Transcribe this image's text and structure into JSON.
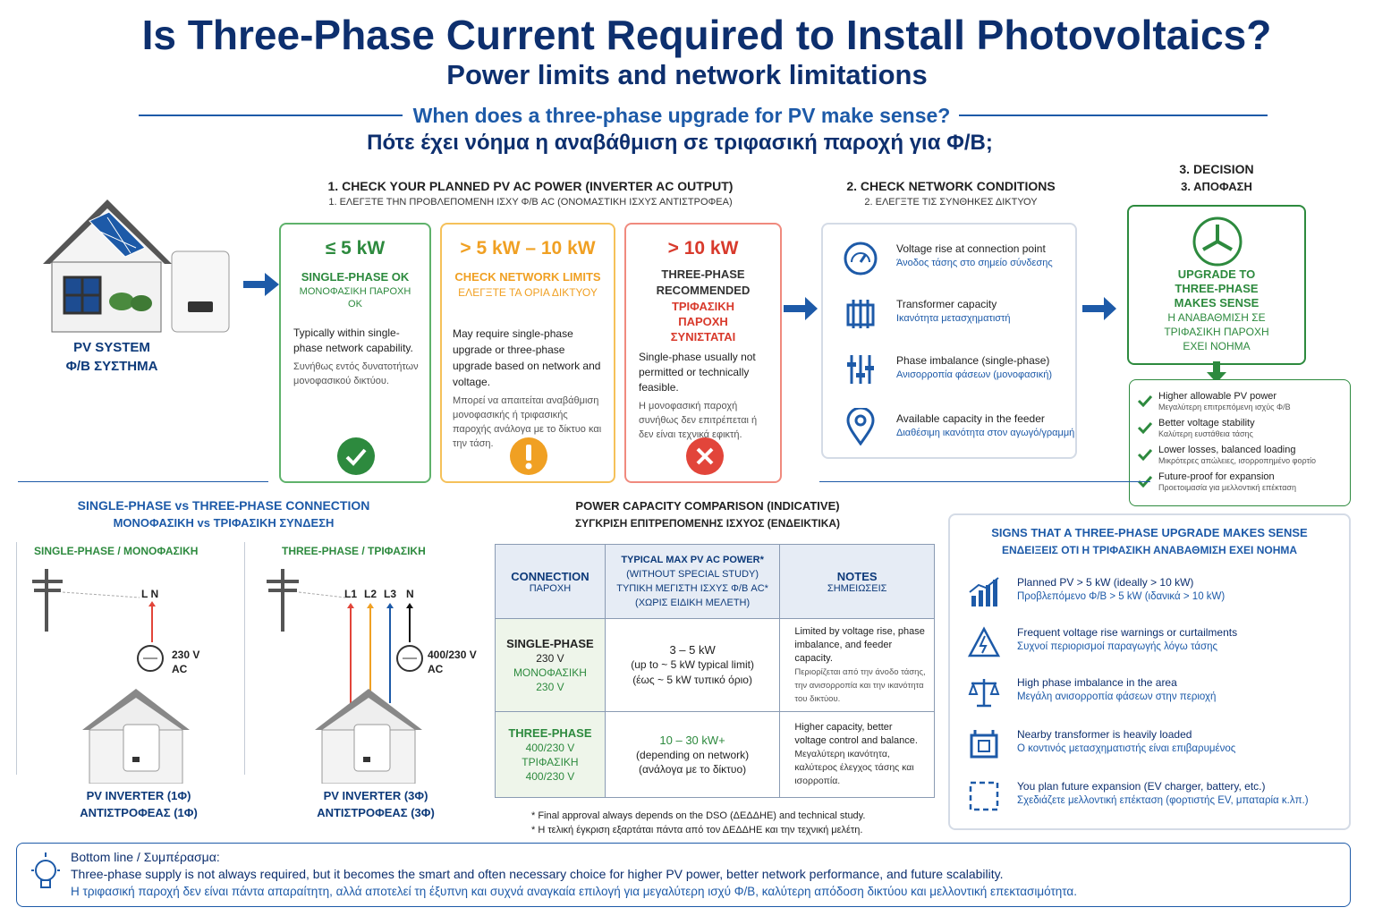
{
  "header": {
    "title": "Is Three-Phase Current Required to Install Photovoltaics?",
    "subtitle": "Power limits and network limitations",
    "question_en": "When does a three-phase upgrade for PV make sense?",
    "question_gr": "Πότε έχει νόημα η αναβάθμιση σε τριφασική παροχή για Φ/Β;"
  },
  "pv_system": {
    "label_en": "PV SYSTEM",
    "label_gr": "Φ/Β ΣΥΣΤΗΜΑ"
  },
  "step1": {
    "title_en": "1. CHECK YOUR PLANNED PV AC POWER (INVERTER AC OUTPUT)",
    "title_gr": "1. ΕΛΕΓΞΤΕ ΤΗΝ ΠΡΟΒΛΕΠΟΜΕΝΗ ΙΣΧΥ Φ/Β AC (ΟΝΟΜΑΣΤΙΚΗ ΙΣΧΥΣ ΑΝΤΙΣΤΡΟΦΕΑ)",
    "cards": [
      {
        "range": "≤ 5 kW",
        "head_en": "SINGLE-PHASE OK",
        "head_gr": "ΜΟΝΟΦΑΣΙΚΗ ΠΑΡΟΧΗ",
        "head_gr2": "OK",
        "body_en": "Typically within single-phase network capability.",
        "body_gr": "Συνήθως εντός δυνατοτήτων μονοφασικού δικτύου."
      },
      {
        "range": "> 5 kW – 10 kW",
        "head_en": "CHECK NETWORK LIMITS",
        "head_gr": "ΕΛΕΓΞΤΕ ΤΑ ΟΡΙΑ ΔΙΚΤΥΟΥ",
        "body_en": "May require single-phase upgrade or three-phase upgrade based on network and voltage.",
        "body_gr": "Μπορεί να απαιτείται αναβάθμιση μονοφασικής ή τριφασικής παροχής ανάλογα με το δίκτυο και την τάση."
      },
      {
        "range": "> 10 kW",
        "head_en": "THREE-PHASE RECOMMENDED",
        "head_gr": "ΤΡΙΦΑΣΙΚΗ ΠΑΡΟΧΗ ΣΥΝΙΣΤΑΤΑΙ",
        "body_en": "Single-phase usually not permitted or technically feasible.",
        "body_gr": "Η μονοφασική παροχή συνήθως δεν επιτρέπεται ή δεν είναι τεχνικά εφικτή."
      }
    ]
  },
  "step2": {
    "title_en": "2. CHECK NETWORK CONDITIONS",
    "title_gr": "2. ΕΛΕΓΞΤΕ ΤΙΣ ΣΥΝΘΗΚΕΣ ΔΙΚΤΥΟΥ",
    "items": [
      {
        "icon": "gauge-icon",
        "en": "Voltage rise at connection point",
        "gr": "Άνοδος τάσης στο σημείο σύνδεσης"
      },
      {
        "icon": "transformer-icon",
        "en": "Transformer capacity",
        "gr": "Ικανότητα μετασχηματιστή"
      },
      {
        "icon": "sliders-icon",
        "en": "Phase imbalance (single-phase)",
        "gr": "Ανισορροπία φάσεων (μονοφασική)"
      },
      {
        "icon": "location-pin-icon",
        "en": "Available capacity in the feeder",
        "gr": "Διαθέσιμη ικανότητα στον αγωγό/γραμμή"
      }
    ]
  },
  "step3": {
    "title_en": "3. DECISION",
    "title_gr": "3. ΑΠΟΦΑΣΗ",
    "decision_en": "UPGRADE TO THREE-PHASE MAKES SENSE",
    "decision_gr": "Η ΑΝΑΒΑΘΜΙΣΗ ΣΕ ΤΡΙΦΑΣΙΚΗ ΠΑΡΟΧΗ ΕΧΕΙ ΝΟΗΜΑ",
    "benefits": [
      {
        "en": "Higher allowable PV power",
        "gr": "Μεγαλύτερη επιτρεπόμενη ισχύς Φ/Β"
      },
      {
        "en": "Better voltage stability",
        "gr": "Καλύτερη ευστάθεια τάσης"
      },
      {
        "en": "Lower losses, balanced loading",
        "gr": "Μικρότερες απώλειες, ισορροπημένο φορτίο"
      },
      {
        "en": "Future-proof for expansion",
        "gr": "Προετοιμασία για μελλοντική επέκταση"
      }
    ]
  },
  "connection": {
    "title_en": "SINGLE-PHASE vs THREE-PHASE CONNECTION",
    "title_gr": "ΜΟΝΟΦΑΣΙΚΗ vs ΤΡΙΦΑΣΙΚΗ ΣΥΝΔΕΣΗ",
    "single": {
      "label": "SINGLE-PHASE / ΜΟΝΟΦΑΣΙΚΗ",
      "wires": "L N",
      "voltage": "230 V",
      "ac": "AC",
      "inv_en": "PV INVERTER (1Φ)",
      "inv_gr": "ΑΝΤΙΣΤΡΟΦΕΑΣ (1Φ)"
    },
    "three": {
      "label": "THREE-PHASE / ΤΡΙΦΑΣΙΚΗ",
      "l1": "L1",
      "l2": "L2",
      "l3": "L3",
      "n": "N",
      "voltage": "400/230 V",
      "ac": "AC",
      "inv_en": "PV INVERTER (3Φ)",
      "inv_gr": "ΑΝΤΙΣΤΡΟΦΕΑΣ (3Φ)"
    }
  },
  "comparison": {
    "title_en": "POWER CAPACITY COMPARISON (INDICATIVE)",
    "title_gr": "ΣΥΓΚΡΙΣΗ ΕΠΙΤΡΕΠΟΜΕΝΗΣ ΙΣΧΥΟΣ (ΕΝΔΕΙΚΤΙΚΑ)",
    "headers": {
      "c1_en": "CONNECTION",
      "c1_gr": "ΠΑΡΟΧΗ",
      "c2_en": "TYPICAL MAX PV AC POWER*",
      "c2_en2": "(WITHOUT SPECIAL STUDY)",
      "c2_gr": "ΤΥΠΙΚΗ ΜΕΓΙΣΤΗ ΙΣΧΥΣ Φ/Β AC*",
      "c2_gr2": "(ΧΩΡΙΣ ΕΙΔΙΚΗ ΜΕΛΕΤΗ)",
      "c3_en": "NOTES",
      "c3_gr": "ΣΗΜΕΙΩΣΕΙΣ"
    },
    "rows": [
      {
        "conn_en": "SINGLE-PHASE",
        "conn_v": "230 V",
        "conn_gr": "ΜΟΝΟΦΑΣΙΚΗ",
        "conn_v2": "230 V",
        "power": "3 – 5 kW",
        "power2": "(up to ~ 5 kW typical limit)",
        "power3": "(έως ~ 5 kW τυπικό όριο)",
        "note_en": "Limited by voltage rise, phase imbalance, and feeder capacity.",
        "note_gr": "Περιορίζεται από την άνοδο τάσης, την ανισορροπία και την ικανότητα του δικτύου."
      },
      {
        "conn_en": "THREE-PHASE",
        "conn_v": "400/230 V",
        "conn_gr": "ΤΡΙΦΑΣΙΚΗ",
        "conn_v2": "400/230 V",
        "power": "10 – 30 kW+",
        "power2": "(depending on network)",
        "power3": "(ανάλογα με το δίκτυο)",
        "note_en": "Higher capacity, better voltage control and balance.",
        "note_gr": "Μεγαλύτερη ικανότητα, καλύτερος έλεγχος τάσης και ισορροπία."
      }
    ],
    "footnote_en": "* Final approval always depends on the DSO (ΔΕΔΔΗΕ) and technical study.",
    "footnote_gr": "* Η τελική έγκριση εξαρτάται πάντα από τον ΔΕΔΔΗΕ και την τεχνική μελέτη."
  },
  "signs": {
    "title_en": "SIGNS THAT A THREE-PHASE UPGRADE MAKES SENSE",
    "title_gr": "ΕΝΔΕΙΞΕΙΣ ΟΤΙ Η ΤΡΙΦΑΣΙΚΗ ΑΝΑΒΑΘΜΙΣΗ ΕΧΕΙ ΝΟΗΜΑ",
    "items": [
      {
        "icon": "bar-chart-icon",
        "en": "Planned PV > 5 kW (ideally > 10 kW)",
        "gr": "Προβλεπόμενο Φ/Β > 5 kW (ιδανικά > 10 kW)"
      },
      {
        "icon": "warning-icon",
        "en": "Frequent voltage rise warnings or curtailments",
        "gr": "Συχνοί περιορισμοί παραγωγής λόγω τάσης"
      },
      {
        "icon": "balance-scale-icon",
        "en": "High phase imbalance in the area",
        "gr": "Μεγάλη ανισορροπία φάσεων στην περιοχή"
      },
      {
        "icon": "transformer-icon",
        "en": "Nearby transformer is heavily loaded",
        "gr": "Ο κοντινός μετασχηματιστής είναι επιβαρυμένος"
      },
      {
        "icon": "expand-icon",
        "en": "You plan future expansion (EV charger, battery, etc.)",
        "gr": "Σχεδιάζετε μελλοντική επέκταση (φορτιστής EV, μπαταρία κ.λπ.)"
      }
    ]
  },
  "bottom": {
    "label": "Bottom line / Συμπέρασμα:",
    "en": "Three-phase supply is not always required, but it becomes the smart and often necessary choice for higher PV power, better network performance, and future scalability.",
    "gr": "Η τριφασική παροχή δεν είναι πάντα απαραίτητη, αλλά αποτελεί τη έξυπνη και συχνά αναγκαία επιλογή για μεγαλύτερη ισχύ Φ/Β, καλύτερη απόδοση δικτύου και μελλοντική επεκτασιμότητα."
  }
}
